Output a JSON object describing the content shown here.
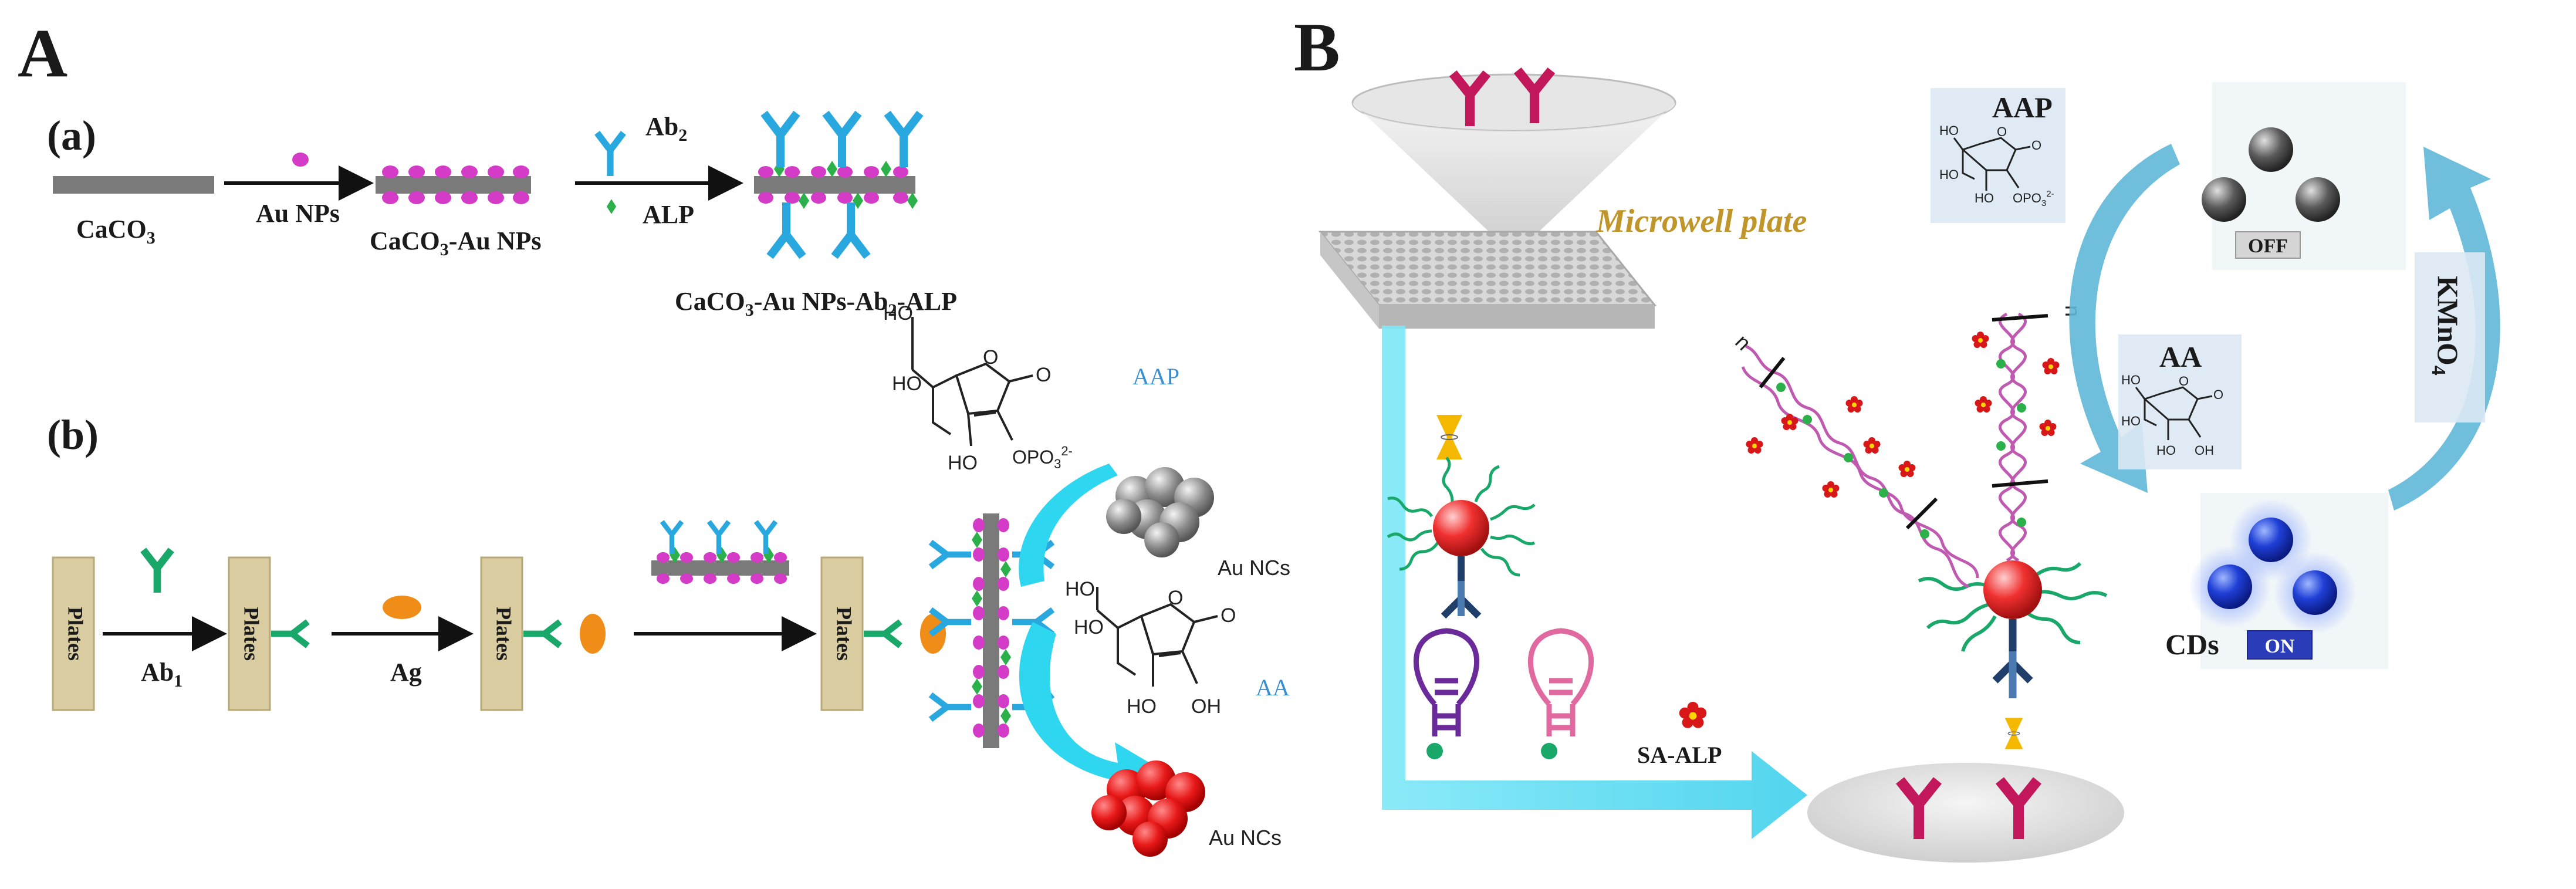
{
  "panels": {
    "A": {
      "letter": "A",
      "a": {
        "sublabel": "(a)",
        "caco3": "CaCO",
        "caco3_sub": "3",
        "au_nps": "Au NPs",
        "caco3_au": "CaCO",
        "caco3_au_sub": "3",
        "caco3_au_rest": "-Au NPs",
        "ab2": "Ab",
        "ab2_sub": "2",
        "alp": "ALP",
        "final_pre": "CaCO",
        "final_sub1": "3",
        "final_mid": "-Au NPs-Ab",
        "final_sub2": "2",
        "final_post": "-ALP"
      },
      "b": {
        "sublabel": "(b)",
        "plates": "Plates",
        "ab1": "Ab",
        "ab1_sub": "1",
        "ag": "Ag",
        "aap": "AAP",
        "aa": "AA",
        "au_ncs_grey": "Au NCs",
        "au_ncs_red": "Au NCs",
        "ho": "HO",
        "oh": "OH",
        "o": "O",
        "opo3": "OPO",
        "opo3_sub": "3",
        "opo3_sup": "2-"
      }
    },
    "B": {
      "letter": "B",
      "microwell": "Microwell plate",
      "aap": "AAP",
      "aa": "AA",
      "off": "OFF",
      "on": "ON",
      "cds": "CDs",
      "kmno4": "KMnO",
      "kmno4_sub": "4",
      "sa_alp": "SA-ALP",
      "n": "n"
    }
  },
  "colors": {
    "antibody_blue": "#29a8e0",
    "antibody_green": "#1aa86a",
    "antibody_magenta": "#c2185b",
    "au_np": "#d43cc8",
    "alp_green": "#2bb04a",
    "antigen_orange": "#f08c18",
    "plate_tan": "#d8ccA0",
    "cd_blue": "#1f3fd6",
    "cyan_arrow": "#2fd6f0"
  }
}
